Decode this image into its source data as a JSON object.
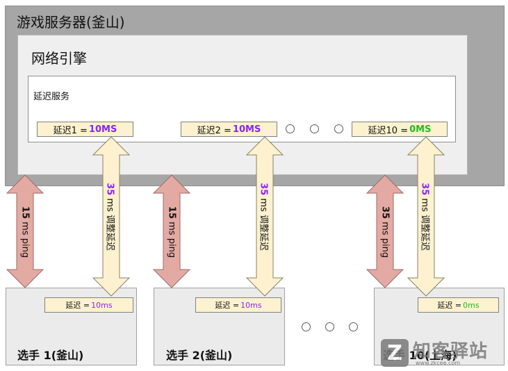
{
  "colors": {
    "purple": "#8b20ff",
    "green": "#1dbf1d",
    "ping_arrow": "#e3aaa3",
    "adjust_arrow": "#fdf1cf"
  },
  "server": {
    "title": "游戏服务器(釜山)"
  },
  "engine": {
    "title": "网络引擎"
  },
  "service": {
    "title": "延迟服务"
  },
  "server_latencies": [
    {
      "label": "延迟1 =",
      "value": "10MS",
      "color": "#8b20ff"
    },
    {
      "label": "延迟2 =",
      "value": "10MS",
      "color": "#8b20ff"
    },
    {
      "label": "延迟10 =",
      "value": "0MS",
      "color": "#1dbf1d"
    }
  ],
  "ping_arrows": [
    {
      "num": "15",
      "text": "ms ping"
    },
    {
      "num": "15",
      "text": "ms ping"
    },
    {
      "num": "35",
      "text": "ms ping"
    }
  ],
  "adjust_arrows": [
    {
      "num": "35",
      "text": "ms 调整延迟"
    },
    {
      "num": "35",
      "text": "ms 调整延迟"
    },
    {
      "num": "35",
      "text": "ms 调整延迟"
    }
  ],
  "clients": [
    {
      "label": "选手 1(釜山)",
      "latency_label": "延迟 =",
      "latency_value": "10ms",
      "color": "#8b20ff"
    },
    {
      "label": "选手 2(釜山)",
      "latency_label": "延迟 =",
      "latency_value": "10ms",
      "color": "#8b20ff"
    },
    {
      "label": "选手 10(上海)",
      "latency_label": "延迟 =",
      "latency_value": "0ms",
      "color": "#1dbf1d"
    }
  ],
  "watermark": {
    "logo": "Z",
    "text": "知客驿站",
    "sub": "www.zkcee.com"
  }
}
